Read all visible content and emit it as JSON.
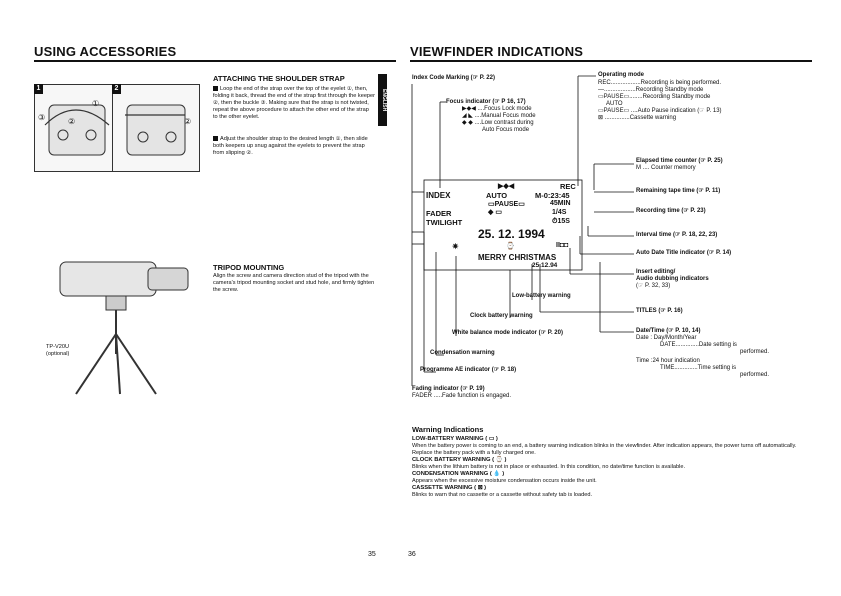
{
  "left": {
    "title": "USING ACCESSORIES",
    "shoulder": {
      "heading": "ATTACHING THE SHOULDER STRAP",
      "step1": "Loop the end of the strap over the top of the eyelet ①, then, folding it back, thread the end of the strap first through the keeper ②, then the buckle ③. Making sure that the strap is not twisted, repeat the above procedure to attach the other end of the strap to the other eyelet.",
      "step2": "Adjust the shoulder strap to the desired length ①, then slide both keepers up snug against the eyelets to prevent the strap from slipping ②.",
      "fig1_badge": "1",
      "fig2_badge": "2",
      "c1": "①",
      "c2": "②",
      "c3": "③"
    },
    "side_tab": "ENGLISH",
    "tripod": {
      "heading": "TRIPOD MOUNTING",
      "body": "Align the screw and camera direction stud of the tripod with the camera's tripod mounting socket and stud hole, and firmly tighten the screw.",
      "model": "TP-V20U",
      "model_note": "(optional)"
    },
    "page_number": "35"
  },
  "right": {
    "title": "VIEWFINDER INDICATIONS",
    "page_number": "36",
    "labels": {
      "index_code": "Index Code Marking (☞ P. 22)",
      "operating_mode": "Operating mode",
      "rec": "REC..................Recording is being performed.",
      "dash": "—...................Recording Standby mode",
      "pause": "▭PAUSE▭........Recording Standby mode",
      "auto": "AUTO",
      "auto_pause": "▭PAUSE▭ ....Auto Pause indication (☞ P. 13)",
      "cassette": "⊠ ...............Cassette warning",
      "focus": "Focus indicator (☞ P 16, 17)",
      "focus_lock": "▶◆◀ ....Focus Lock mode",
      "manual_focus": "◢ ◣ ....Manual Focus mode",
      "low_contrast": "◆ ◆ ....Low contrast during",
      "auto_focus": "Auto Focus mode",
      "elapsed": "Elapsed time counter (☞ P. 25)",
      "counter_mem": "M .... Counter memory",
      "remaining": "Remaining tape time (☞ P. 11)",
      "rec_time": "Recording time (☞ P. 23)",
      "interval": "Interval time (☞ P. 18, 22, 23)",
      "auto_date": "Auto Date Title indicator (☞ P. 14)",
      "insert": "Insert editing/",
      "audio_dub": "Audio dubbing indicators",
      "audio_dub_ref": "(☞ P. 32, 33)",
      "titles": "TITLES (☞ P. 16)",
      "datetime": "Date/Time (☞ P. 10, 14)",
      "date_fmt": "Date : Day/Month/Year",
      "date_set": "DATE..............Date setting is",
      "date_set2": "performed.",
      "time_fmt": "Time :24 hour indication",
      "time_set": "TIME..............Time setting is",
      "time_set2": "performed.",
      "low_batt": "Low-battery warning",
      "clock_batt": "Clock battery warning",
      "wb": "White balance mode indicator (☞ P. 20)",
      "condensation": "Condensation warning",
      "program_ae": "Programme AE indicator (☞ P. 18)",
      "fading": "Fading indicator (☞ P. 19)",
      "fader_line": "FADER .....Fade function is engaged."
    },
    "screen": {
      "focus_sym": "▶◆◀",
      "rec": "REC",
      "index": "INDEX",
      "auto": "AUTO",
      "counter": "M-0:23:45",
      "pause": "▭PAUSE▭",
      "min": "45MIN",
      "fader": "FADER",
      "rec_time": "1/4S",
      "twilight": "TWILIGHT",
      "interval": "⏱15S",
      "date": "25. 12. 1994",
      "dub": "II◘◘",
      "sun": "✷",
      "clock": "⌚",
      "title": "MERRY CHRISTMAS",
      "date_small": "25.12.94"
    },
    "warnings": {
      "heading": "Warning Indications",
      "lowbatt_head": "LOW-BATTERY WARNING ( ▭ )",
      "lowbatt_body": "When the battery power is coming to an end, a battery warning indication blinks in the viewfinder. After indication appears, the power turns off automatically. Replace the battery pack with a fully charged one.",
      "clock_head": "CLOCK BATTERY WARNING ( ⌚ )",
      "clock_body": "Blinks when the lithium battery is not in place or exhausted. In this condition, no date/time function is available.",
      "cond_head": "CONDENSATION WARNING ( 💧 )",
      "cond_body": "Appears when the excessive moisture condensation occurs inside the unit.",
      "cass_head": "CASSETTE WARNING ( ⊠ )",
      "cass_body": "Blinks to warn that no cassette or a cassette without safety tab is loaded."
    }
  }
}
